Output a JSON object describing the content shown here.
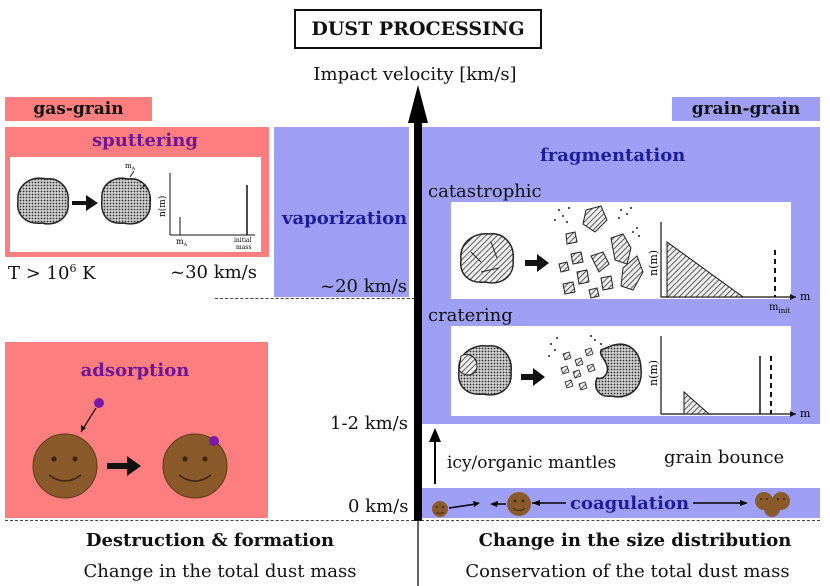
{
  "title": "DUST PROCESSING",
  "axis_label": "Impact velocity [km/s]",
  "gas_grain": {
    "header": "gas-grain",
    "sputtering": {
      "label": "sputtering",
      "m_a": "m",
      "m_a_sub": "A",
      "y_axis": "n(m)",
      "tick_m": "m",
      "tick_m_sub": "A",
      "tick_initial": "initial",
      "tick_mass": "mass"
    },
    "temp_prefix": "T > 10",
    "temp_exp": "6",
    "temp_suffix": " K",
    "speed": "~30 km/s",
    "adsorption": {
      "label": "adsorption"
    }
  },
  "grain_grain": {
    "header": "grain-grain",
    "fragmentation": "fragmentation",
    "vaporization": "vaporization",
    "catastrophic": {
      "label": "catastrophic",
      "y_axis": "n(m)",
      "x_axis": "m",
      "tick": "m",
      "tick_sub": "init"
    },
    "cratering": {
      "label": "cratering",
      "y_axis": "n(m)",
      "x_axis": "m"
    },
    "mantles": "icy/organic mantles",
    "bounce": "grain bounce",
    "coagulation": "coagulation"
  },
  "velocities": {
    "v20": "~20 km/s",
    "v12": "1-2 km/s",
    "v0": "0 km/s"
  },
  "footer": {
    "left_title": "Destruction & formation",
    "left_sub": "Change in the total dust mass",
    "right_title": "Change in the size distribution",
    "right_sub": "Conservation of the total dust mass"
  },
  "colors": {
    "pink": "#fd7e7e",
    "blue": "#9f9ff6",
    "purple": "#6e1796",
    "navy": "#1e1e9a",
    "grain": "#8b5a2b"
  }
}
